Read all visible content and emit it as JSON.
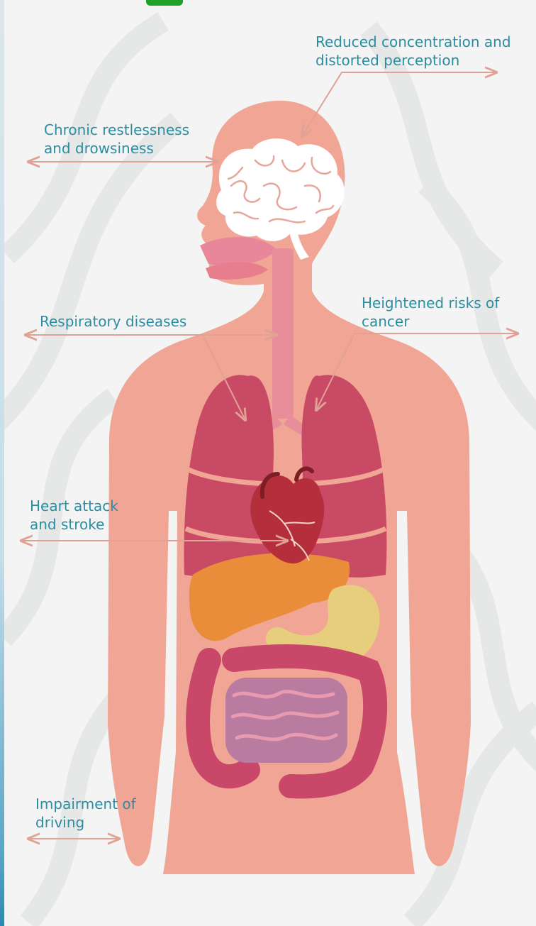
{
  "colors": {
    "background": "#f3f4f3",
    "label_text": "#2a8ea3",
    "leader_line": "#e0a295",
    "body_skin": "#f0a595",
    "brain": "#ffffff",
    "lungs": "#c94a65",
    "heart": "#b42f3b",
    "liver": "#ea8d3a",
    "stomach": "#e7cd7e",
    "large_intestine": "#c9486a",
    "small_intestine": "#b97ba0",
    "accent_green": "#1fa02a"
  },
  "labels": {
    "concentration": {
      "line1": "Reduced concentration and",
      "line2": "distorted perception"
    },
    "restlessness": {
      "line1": "Chronic restlessness",
      "line2": "and drowsiness"
    },
    "respiratory": {
      "line1": "Respiratory diseases"
    },
    "cancer": {
      "line1": "Heightened risks of",
      "line2": "cancer"
    },
    "heart": {
      "line1": "Heart attack",
      "line2": "and stroke"
    },
    "driving": {
      "line1": "Impairment of",
      "line2": "driving"
    }
  },
  "icons": {
    "body": "human-body-silhouette",
    "brain": "brain-icon",
    "heart": "heart-icon",
    "lungs": "lungs-icon",
    "liver": "liver-icon",
    "stomach": "stomach-icon",
    "intestines": "intestines-icon"
  }
}
